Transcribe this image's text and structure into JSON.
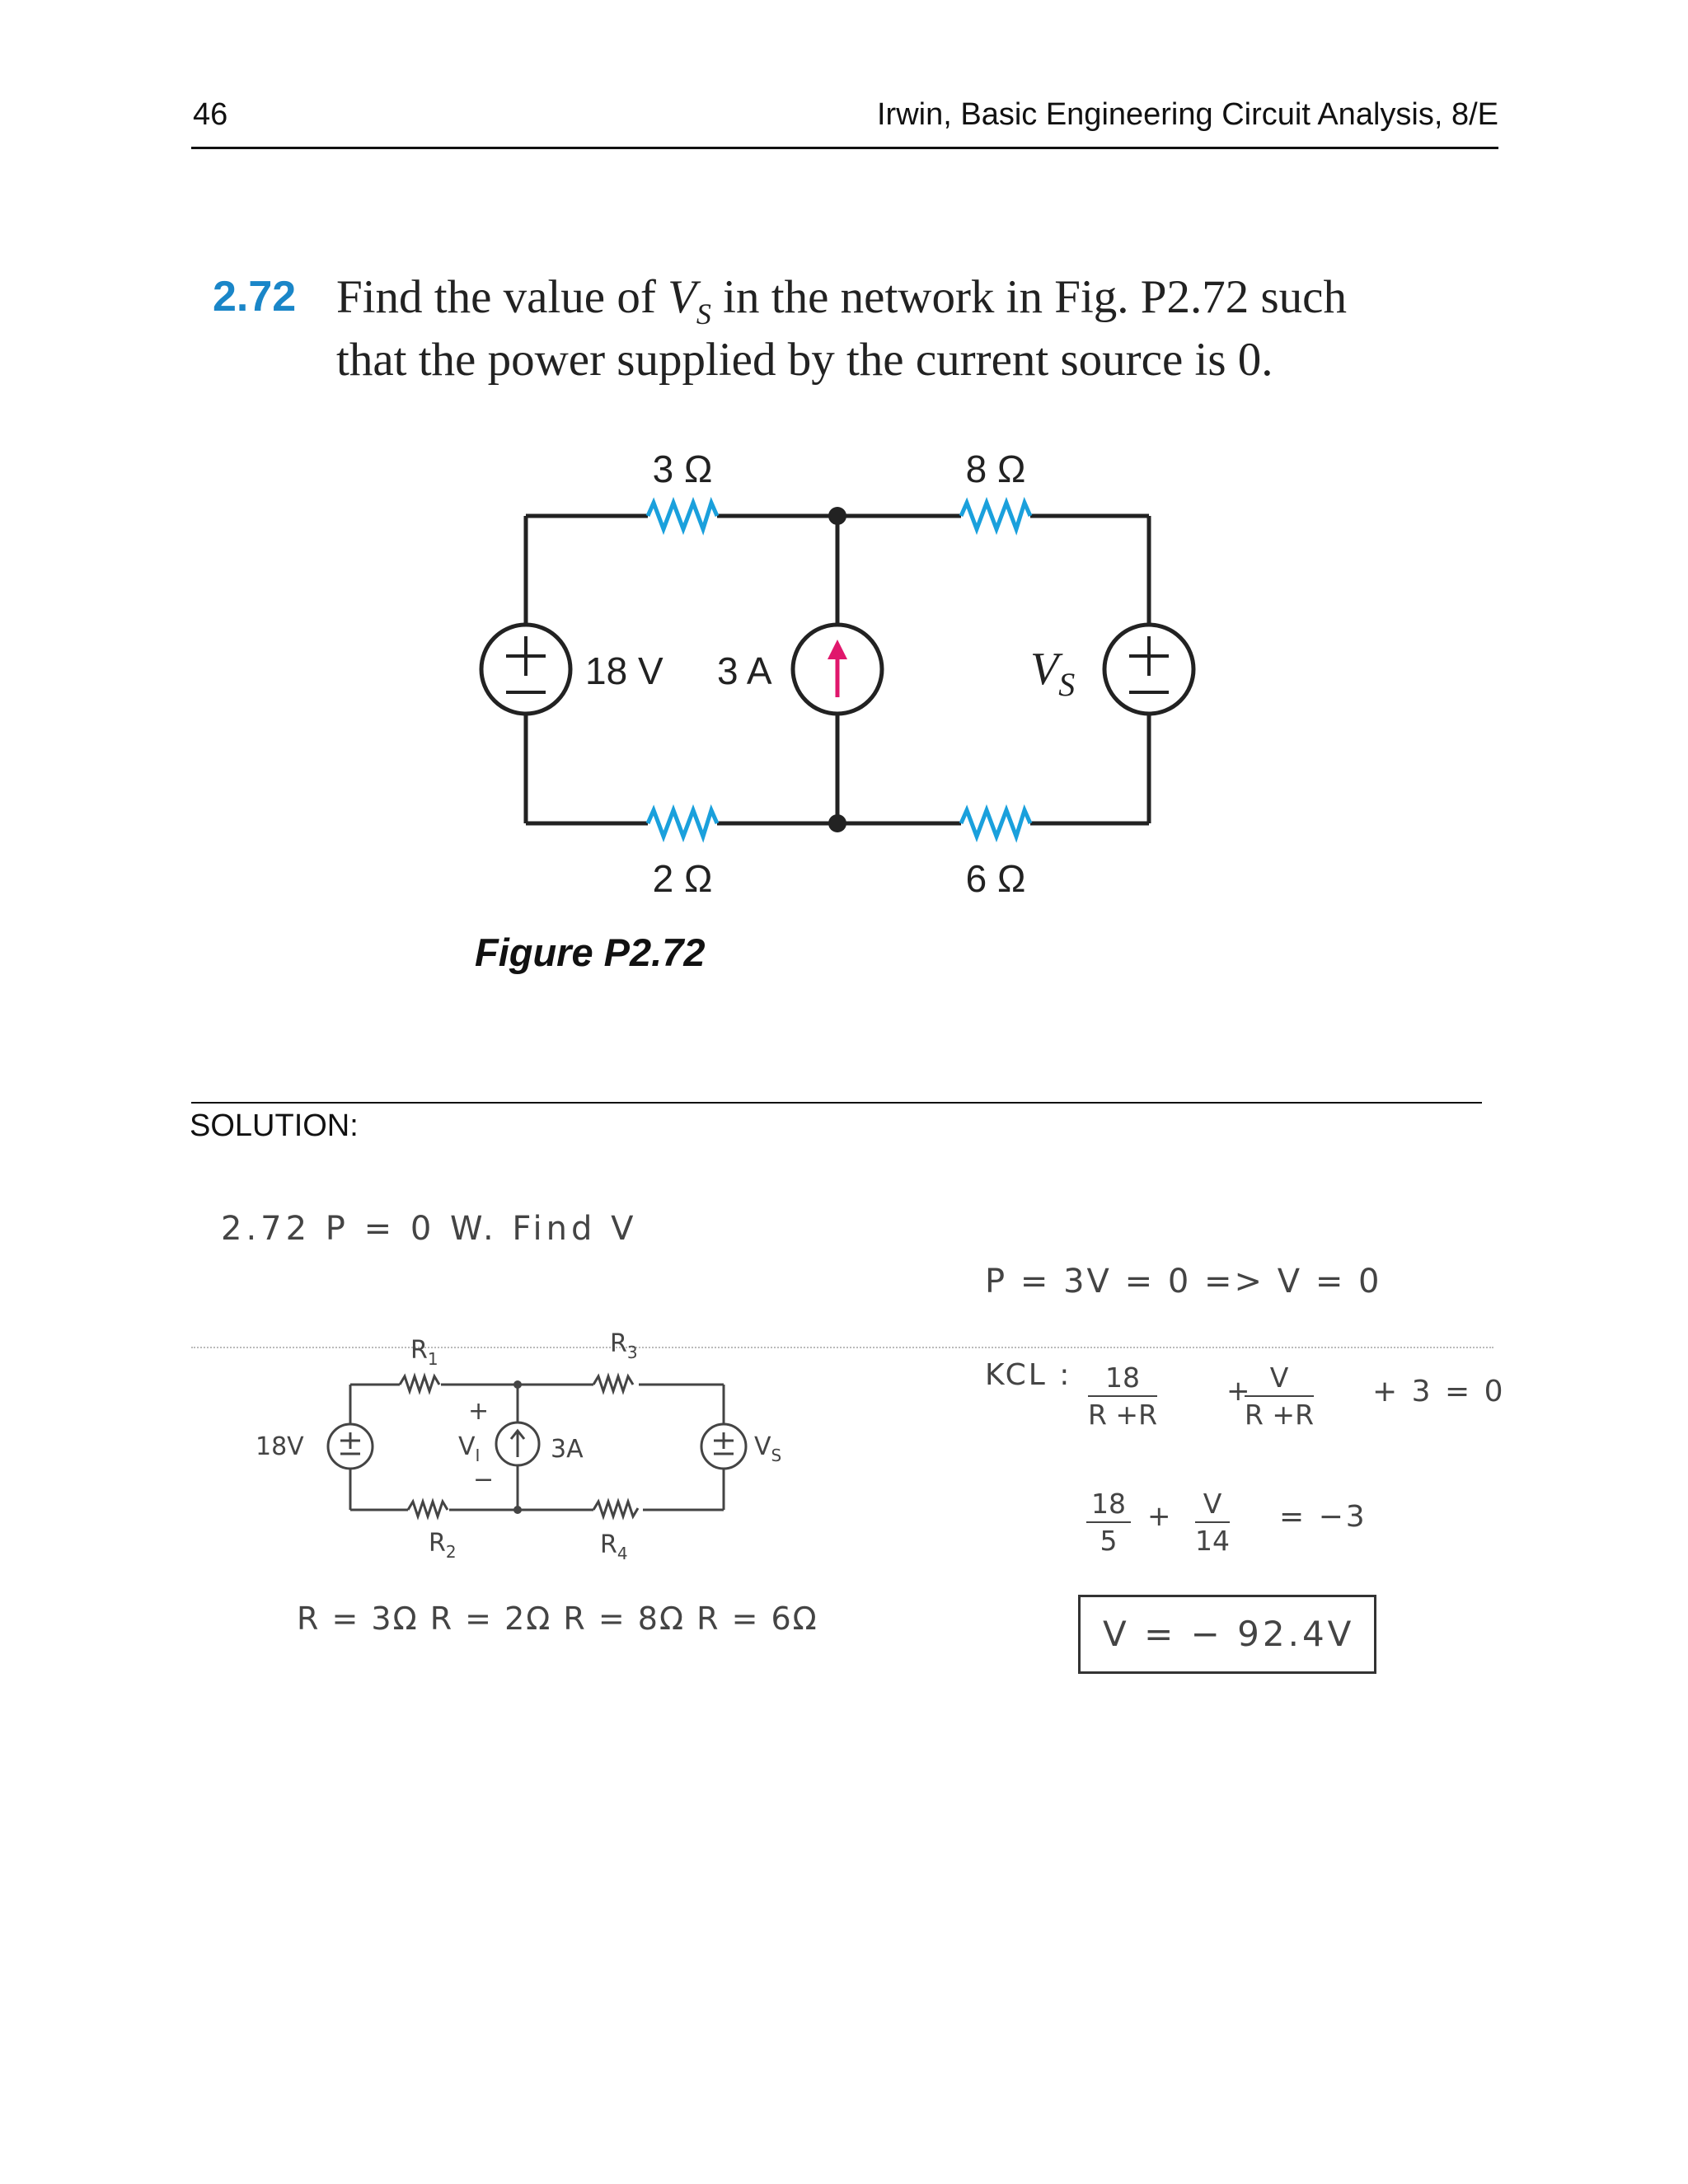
{
  "header": {
    "page_number": "46",
    "title": "Irwin, Basic Engineering Circuit Analysis, 8/E"
  },
  "problem": {
    "number": "2.72",
    "line1_a": "Find the value of ",
    "line1_var": "V",
    "line1_sub": "S",
    "line1_b": " in the network in Fig. P2.72 such",
    "line2": "that the power supplied by the current source is 0."
  },
  "figure": {
    "resistor_top_left": "3 Ω",
    "resistor_top_right": "8 Ω",
    "resistor_bottom_left": "2 Ω",
    "resistor_bottom_right": "6 Ω",
    "source_left_label": "18 V",
    "source_current_label": "3 A",
    "source_right_var": "V",
    "source_right_sub": "S",
    "caption": "Figure P2.72",
    "colors": {
      "resistor": "#1aa0dc",
      "arrow": "#e0176c",
      "wire": "#222222"
    }
  },
  "solution": {
    "label": "SOLUTION:",
    "heading": "2.72  P  = 0 W.  Find V",
    "sketch": {
      "r1": "R",
      "r1_sub": "1",
      "r2": "R",
      "r2_sub": "2",
      "r3": "R",
      "r3_sub": "3",
      "r4": "R",
      "r4_sub": "4",
      "v_left": "18V",
      "current": "3A",
      "vi": "V",
      "vi_sub": "I",
      "vs": "V",
      "vs_sub": "S",
      "plus": "+",
      "minus": "−"
    },
    "resistor_values": "R  = 3Ω   R  = 2Ω   R  = 8Ω   R  = 6Ω",
    "power_line": "P   = 3V  = 0  =>  V  = 0",
    "kcl_label": "KCL :",
    "eq1": {
      "frac1_num": "18",
      "frac1_den": "R +R",
      "plus": "+",
      "frac2_num": "V",
      "frac2_den": "R +R",
      "rhs": "+ 3 = 0"
    },
    "eq2": {
      "frac1_num": "18",
      "frac1_den": "5",
      "plus": "+",
      "frac2_num": "V",
      "frac2_den": "14",
      "rhs": "= −3"
    },
    "answer": "V  = − 92.4V"
  }
}
